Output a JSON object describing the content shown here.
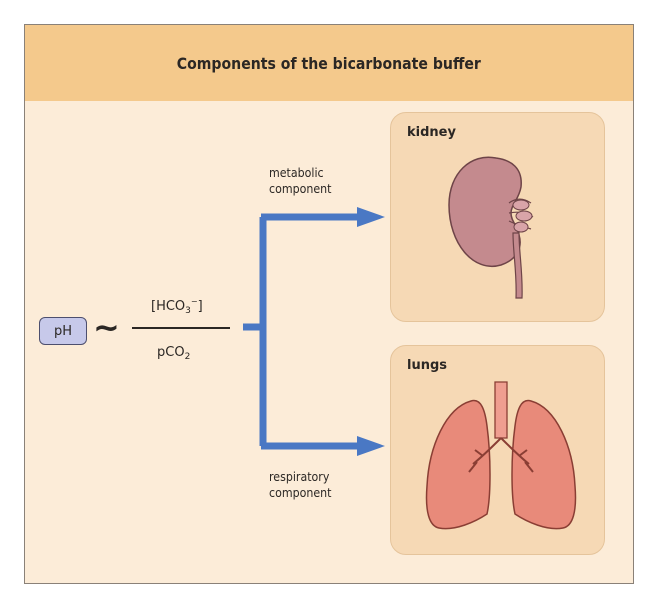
{
  "title": "Components of the bicarbonate buffer",
  "ph_label": "pH",
  "relation_symbol": "~",
  "fraction": {
    "numerator": {
      "base": "[HCO",
      "subscript": "3",
      "superscript": "−",
      "close": "]"
    },
    "denominator": {
      "base": "pCO",
      "subscript": "2"
    }
  },
  "components": {
    "metabolic": {
      "line1": "metabolic",
      "line2": "component"
    },
    "respiratory": {
      "line1": "respiratory",
      "line2": "component"
    }
  },
  "organs": {
    "kidney": {
      "label": "kidney"
    },
    "lungs": {
      "label": "lungs"
    }
  },
  "colors": {
    "title_band": "#f4c98c",
    "background": "#fcecd8",
    "organ_panel": "#f6d9b5",
    "arrow": "#4a78c4",
    "kidney": "#c48a8e",
    "lungs": "#e88a7a",
    "ph_box": "#c7c9ea"
  },
  "icons": [
    "kidney-icon",
    "lungs-icon"
  ]
}
